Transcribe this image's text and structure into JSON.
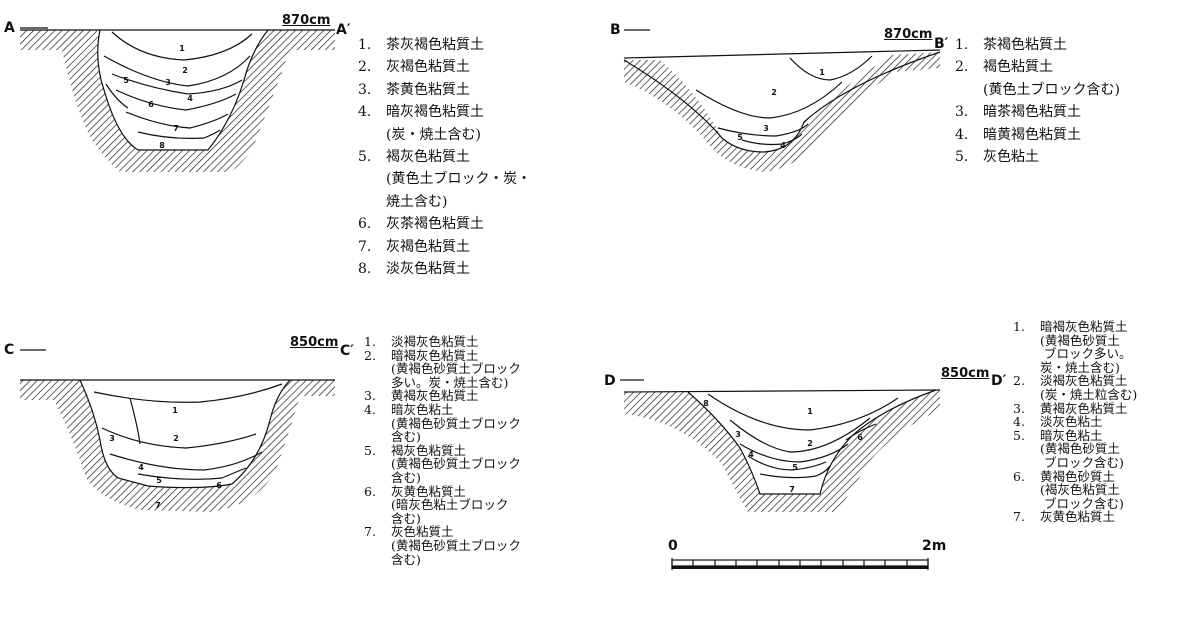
{
  "sections": [
    {
      "id": "A",
      "start_label": "A",
      "end_label": "A′",
      "elevation": "870cm",
      "legend": [
        {
          "num": "1.",
          "text": "茶灰褐色粘質土"
        },
        {
          "num": "2.",
          "text": "灰褐色粘質土"
        },
        {
          "num": "3.",
          "text": "茶黄色粘質土"
        },
        {
          "num": "4.",
          "text": "暗灰褐色粘質土\n(炭・焼土含む)"
        },
        {
          "num": "5.",
          "text": "褐灰色粘質土\n(黄色土ブロック・炭・\n焼土含む)"
        },
        {
          "num": "6.",
          "text": "灰茶褐色粘質土"
        },
        {
          "num": "7.",
          "text": "灰褐色粘質土"
        },
        {
          "num": "8.",
          "text": "淡灰色粘質土"
        }
      ],
      "layer_labels": [
        "1",
        "2",
        "3",
        "4",
        "5",
        "6",
        "7",
        "8"
      ]
    },
    {
      "id": "B",
      "start_label": "B",
      "end_label": "B′",
      "elevation": "870cm",
      "legend": [
        {
          "num": "1.",
          "text": "茶褐色粘質土"
        },
        {
          "num": "2.",
          "text": "褐色粘質土\n(黄色土ブロック含む)"
        },
        {
          "num": "3.",
          "text": "暗茶褐色粘質土"
        },
        {
          "num": "4.",
          "text": "暗黄褐色粘質土"
        },
        {
          "num": "5.",
          "text": "灰色粘土"
        }
      ],
      "layer_labels": [
        "1",
        "2",
        "3",
        "4",
        "5"
      ]
    },
    {
      "id": "C",
      "start_label": "C",
      "end_label": "C′",
      "elevation": "850cm",
      "legend": [
        {
          "num": "1.",
          "text": "淡褐灰色粘質土"
        },
        {
          "num": "2.",
          "text": "暗褐灰色粘質土\n(黄褐色砂質土ブロック\n多い。炭・焼土含む)"
        },
        {
          "num": "3.",
          "text": "黄褐灰色粘質土"
        },
        {
          "num": "4.",
          "text": "暗灰色粘土\n(黄褐色砂質土ブロック\n含む)"
        },
        {
          "num": "5.",
          "text": "褐灰色粘質土\n(黄褐色砂質土ブロック\n含む)"
        },
        {
          "num": "6.",
          "text": "灰黄色粘質土\n(暗灰色粘土ブロック\n含む)"
        },
        {
          "num": "7.",
          "text": "灰色粘質土\n(黄褐色砂質土ブロック\n含む)"
        }
      ],
      "layer_labels": [
        "1",
        "2",
        "3",
        "4",
        "5",
        "6",
        "7"
      ]
    },
    {
      "id": "D",
      "start_label": "D",
      "end_label": "D′",
      "elevation": "850cm",
      "legend": [
        {
          "num": "1.",
          "text": "暗褐灰色粘質土\n(黄褐色砂質土\n ブロック多い。\n炭・焼土含む)"
        },
        {
          "num": "2.",
          "text": "淡褐灰色粘質土\n(炭・焼土粒含む)"
        },
        {
          "num": "3.",
          "text": "黄褐灰色粘質土"
        },
        {
          "num": "4.",
          "text": "淡灰色粘土"
        },
        {
          "num": "5.",
          "text": "暗灰色粘土\n(黄褐色砂質土\n ブロック含む)"
        },
        {
          "num": "6.",
          "text": "黄褐色砂質土\n(褐灰色粘質土\n ブロック含む)"
        },
        {
          "num": "7.",
          "text": "灰黄色粘質土"
        }
      ],
      "layer_labels": [
        "1",
        "2",
        "3",
        "4",
        "5",
        "6",
        "7",
        "8"
      ]
    }
  ],
  "scale": {
    "start": "0",
    "end": "2m"
  }
}
